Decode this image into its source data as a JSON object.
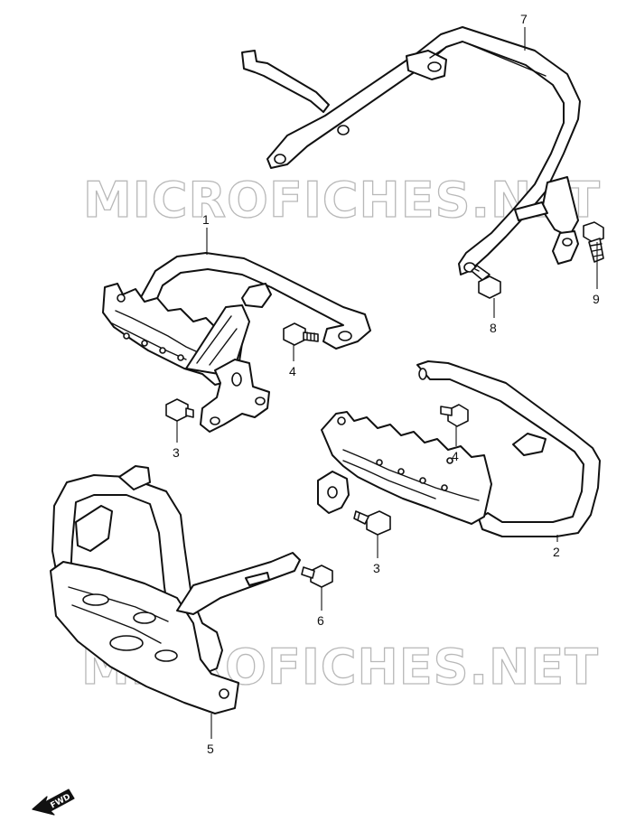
{
  "watermarks": [
    "MICROFICHES.NET",
    "MICROFICHES.NET"
  ],
  "callouts": {
    "c1": "1",
    "c2": "2",
    "c3a": "3",
    "c3b": "3",
    "c4a": "4",
    "c4b": "4",
    "c5": "5",
    "c6": "6",
    "c7": "7",
    "c8": "8",
    "c9": "9"
  },
  "fwd_label": "FWD",
  "colors": {
    "line": "#111111",
    "watermark": "#b8b8b8",
    "background": "#ffffff"
  }
}
